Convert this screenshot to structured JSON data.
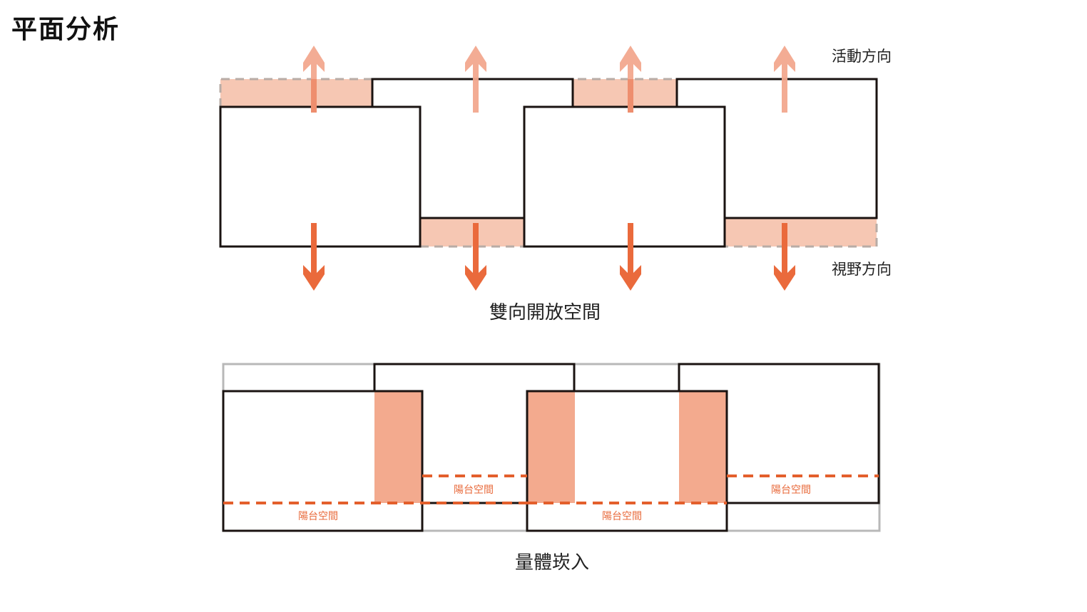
{
  "title": "平面分析",
  "diagram_top": {
    "caption": "雙向開放空間",
    "label_up": "活動方向",
    "label_down": "視野方向",
    "arrow_count_up": 4,
    "arrow_count_down": 4
  },
  "diagram_bottom": {
    "caption": "量體崁入",
    "balcony_labels": [
      "陽台空間",
      "陽台空間",
      "陽台空間",
      "陽台空間"
    ]
  },
  "colors": {
    "outline": "#1a1311",
    "dashed_gray": "#b8aca6",
    "light_fill": "#f6c7b3",
    "up_arrow": "#f2a88e",
    "down_arrow": "#ea6a3c",
    "balcony_fill": "#f3aa8e",
    "balcony_dash": "#e35f2c",
    "ghost_outline": "#b8b8b8"
  }
}
